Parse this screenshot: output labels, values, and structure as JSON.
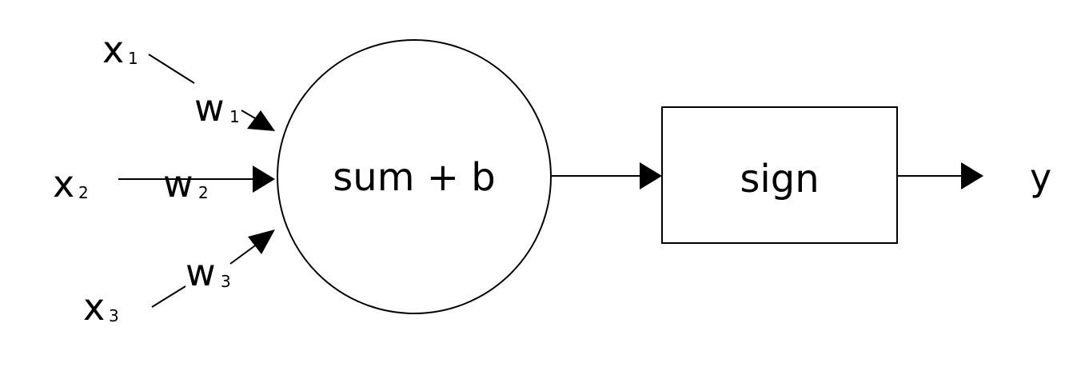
{
  "inputs": [
    {
      "var": "x",
      "sub": "1",
      "weight_var": "w",
      "weight_sub": "1"
    },
    {
      "var": "x",
      "sub": "2",
      "weight_var": "w",
      "weight_sub": "2"
    },
    {
      "var": "x",
      "sub": "3",
      "weight_var": "w",
      "weight_sub": "3"
    }
  ],
  "sum_node": {
    "label": "sum + b"
  },
  "activation_node": {
    "label": "sign"
  },
  "output": {
    "label": "y"
  },
  "colors": {
    "stroke": "#000000",
    "background": "#ffffff"
  }
}
